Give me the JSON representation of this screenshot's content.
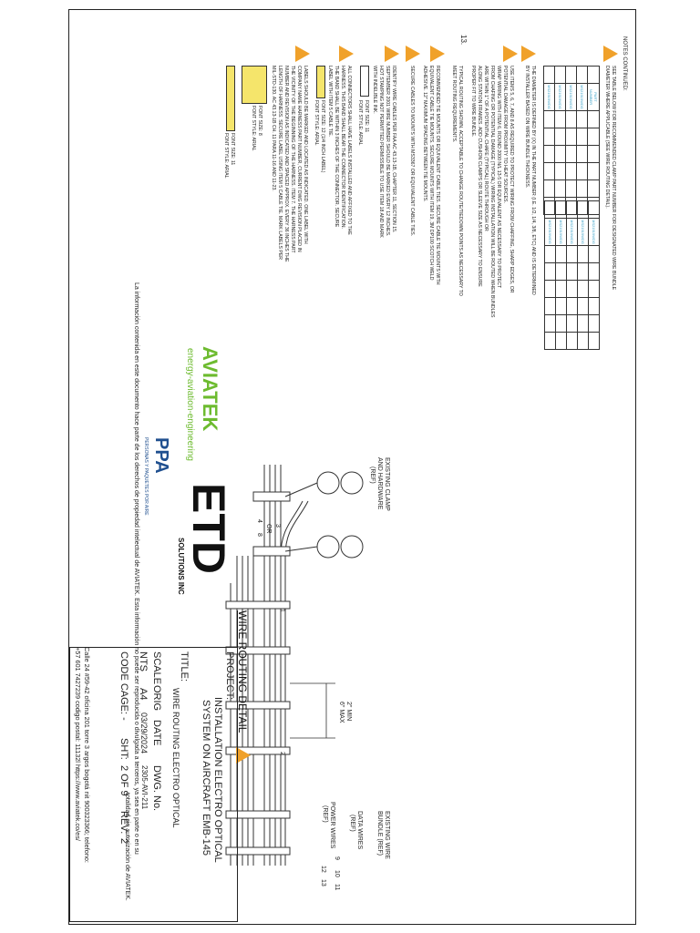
{
  "notes": {
    "header": "NOTES CONTINUED:",
    "note_table_title_1": "SEE TABLE BELOW FOR RECOMMENDED CLAMP PART NUMBER FOR DESIGNATED WIRE BUNDLE",
    "note_table_title_2": "DIAMETER WHERE APPLICABLE (SEE WIRE ROUTING DETAIL).",
    "note_diameter_1": "THE DIAMETER IS DEFINED BY (X) IN THE PART NUMBER (I.E. 1/2, 1/4, 3/8, ETC) AND IS DETERMINED",
    "note_diameter_2": "BY INSTALLER BASED ON WIRE BUNDLE THICKNESS.",
    "note_items_1": "USE ITEMS 5, 6, 7, AND 8 AS REQUIRED TO PROTECT WIRING FROM CHAFFING, SHARP EDGES, OR",
    "note_items_2": "POTENTIAL DAMAGE FROM PROXIMITY TO HEAT SOURCES.",
    "note_items_3": "WRAP WIRING WITH ITEM 6, ROUND 2000 N/L 13-5 OR EQUIVALENT AS NECESSARY TO PROTECT",
    "note_items_4": "FROM CHAFING OR POTENTIAL DAMAGE (TYPICAL) WIRING INSTALLATION WILL BE ROUTED WHEN BUNDLES",
    "note_items_5": "ARE WITHIN 1\" OF A POTENTIAL CHAFE (TYPICAL) ROUTE THROUGH OR",
    "note_items_6": "ALONG STATION FRAMES. ADD CUSHION CLAMPS OR SLEEVE SIZE AS NECESSARY TO ENSURE",
    "note_items_7": "PROPER FIT TO WIRE BUNDLE.",
    "note_13_num": "13.",
    "note_13_1": "TYPICAL ROUTING SHOWN. ACCEPTABLE TO CHANGE ROUTE/TIEDOWN POINTS AS NECESSARY TO",
    "note_13_2": "MEET ROUTING REQUIREMENTS.",
    "note_ties_1": "RECOMMENDED TIE MOUNTS OR EQUIVALENT CABLE TIES. SECURE CABLE TIE MOUNTS WITH",
    "note_ties_2": "EQUIVALENT CABLE TIE MOUNTS. SECURE MOUNTS WITH ITEM 19, 3M DP100 SCOTCH WELD",
    "note_ties_3": "ADHESIVE. 12\" MAXIMUM SPACING BETWEEN TIE MOUNTS.",
    "note_secure": "SECURE CABLES TO MOUNTS WITH MS3367 OR EQUIVALENT CABLE TIES.",
    "note_identify_1": "IDENTIFY WIRE CABLES PER FAA AC 43.13-1B, CHAPTER 11, SECTION 15.",
    "note_identify_2": "SEPTEMBER 2001 WIRE NUMBER SHOULD BE MARKED EVERY 12 INCHES.",
    "note_identify_3": "HOT STAMPING NOT PERMITTED PERMISSIBLE TO USE ITEM 18 AND MARK",
    "note_identify_4": "WITH INDELIBLE INK.",
    "font_size_11": "FONT SIZE: 11",
    "font_style_arial": "FONT STYLE: ARIAL",
    "note_connectors_1": "ALL CONNECTORS SHALL HAVE LABELS INSTALLED AND AFFIXED TO THE",
    "note_connectors_2": "HARNESS. THIS BAND SHALL BEAR THE CONNECTOR IDENTIFICATION.",
    "note_connectors_3": "THE BAND SHALL BE WITHIN 3 INCHES OF THE CONNECTOR. SECURE",
    "note_connectors_4": "LABEL WITH ITEM 5 CABLE TIE.",
    "font_size_12": "FONT SIZE: 12 (1/4 INCH LABEL)",
    "font_style_arial_2": "FONT STYLE: ARIAL",
    "note_labels_1": "LABELS SHOULD BE MARKED AND LOCATED AS INDICATED. ONE LABEL WITH",
    "note_labels_2": "COMPANY NAME HARNESS PART NUMBER, CURRENT DWG REVISION PLACED IN",
    "note_labels_3": "THE VICINITY OF THE BEGINNING OF THE HARNESS. ITEM 7. THE HARNESS PART",
    "note_labels_4": "NUMBER AND REVISION AS INDICATED AND SPACED APPROX. EVERY 36 INCHES THE",
    "note_labels_5": "LENGTH OF HARNESS. SECURE LABEL USING ITEM 5 CABLE TIE. MARK LABELS PER",
    "note_labels_6": "MIL-STD-130. AC 43.13-1B CH. 11 PARA 11-16 AND 11-23.",
    "font_size_8": "FONT SIZE: 8",
    "font_style_arial_3": "FONT STYLE: ARIAL",
    "font_size_11b": "FONT SIZE: 11",
    "font_style_arial_4": "FONT STYLE: ARIAL"
  },
  "table_left": {
    "header": "PART NUMBER",
    "rows": [
      "MS21919WDG",
      "MS21919WDG",
      "MS21919WDG",
      "MS21919WDG",
      "MS21919WDG",
      "MS21919WDG",
      "MS21919WDG",
      "MS21919WDG",
      "MS21919WDG",
      "MS21919WDG"
    ]
  },
  "drawing": {
    "existing_clamp_1": "EXISTING CLAMP",
    "existing_clamp_2": "AND HARDWARE",
    "existing_clamp_3": "(REF)",
    "existing_wire_1": "EXISTING WIRE",
    "existing_wire_2": "BUNDLE (REF)",
    "data_wires_1": "DATA WIRES",
    "data_wires_2": "(REF)",
    "power_wires_1": "POWER WIRES",
    "power_wires_2": "(REF)",
    "spacing_1": "2\" MIN",
    "spacing_2": "6\" MAX",
    "detail_title": "WIRE ROUTING DETAIL",
    "balloon_3": "3",
    "balloon_4": "4",
    "balloon_8": "8",
    "balloon_or": "OR",
    "balloon_1": "1",
    "balloon_2": "2",
    "balloon_9": "9",
    "balloon_10": "10",
    "balloon_11": "11",
    "balloon_12": "12",
    "balloon_13": "13"
  },
  "title_block": {
    "project_label": "PROJECT:",
    "project_1": "INSTALLATION ELECTRO OPTICAL",
    "project_2": "SYSTEM ON AIRCRAFT EMB-145",
    "title_label": "TITLE:",
    "title_value": "WIRE ROUTING ELECTRO OPTICAL",
    "scale_label": "SCALE",
    "scale_value": "NTS",
    "orig_label": "ORIG",
    "orig_value": "A4",
    "date_label": "DATE",
    "date_value": "03/29/2024",
    "dwg_label": "DWG. No.",
    "dwg_value": "2305-AVI-211",
    "code_cage": "CODE CAGE: -",
    "sht_label": "SHT:",
    "sht_value": "2 OF 9",
    "rev_label": "REV:",
    "rev_value": "2"
  },
  "logos": {
    "aviatek_name": "AVIATEK",
    "aviatek_tagline": "energy-aviation-engineering",
    "etd_name": "ETD",
    "etd_sub": "SOLUTIONS INC",
    "ppa_name": "PPA",
    "ppa_sub": "PERSONAS Y PAQUETES POR AIRE"
  },
  "footer": {
    "legal_1": "La información contenida en este documento hace parte de los derechos de propiedad intelectual de AVIATEK. Esta información no puede ser reproducida o divulgada a terceros, ya sea en parte o en su",
    "legal_2": "totalidad sin autorización de AVIATEK.",
    "address_1": "Calle 24 #59-42 oficina 201 torre 3 argos bogotá nit 900323366; telefono:",
    "address_2": "+57 601 7427239 codigo postal: 11132l https://www.aviatek.co/es/"
  },
  "colors": {
    "warning": "#f0a12a",
    "aviatek_green": "#6dbb2f",
    "etd_yellow": "#e6c21a",
    "table_text": "#3aa1c8",
    "label_yellow": "#f5e56b"
  }
}
